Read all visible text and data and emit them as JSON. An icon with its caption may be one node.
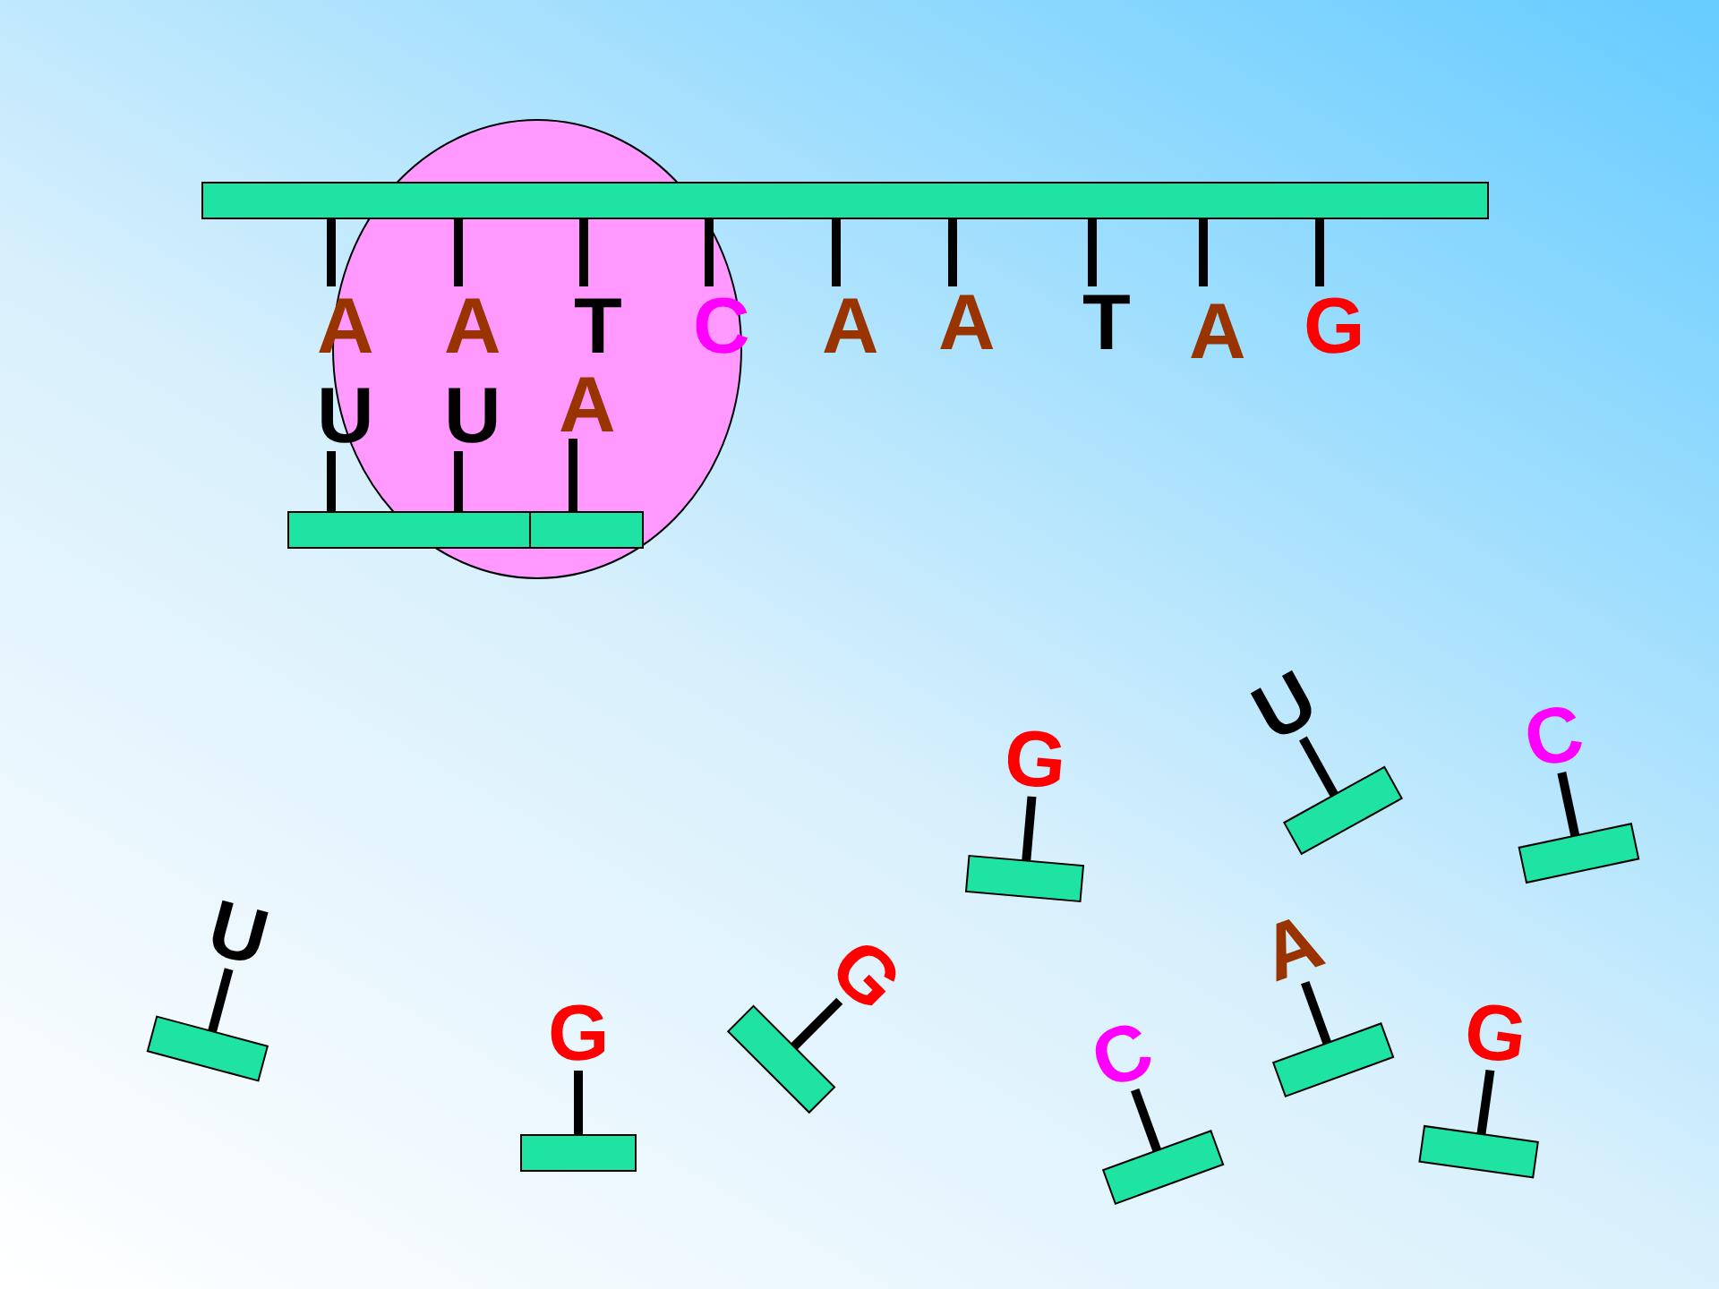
{
  "diagram": {
    "labels": [
      "A",
      "A",
      "T",
      "C",
      "A",
      "A",
      "T",
      "A",
      "G",
      "U",
      "U",
      "A",
      "G",
      "U",
      "C",
      "U",
      "G",
      "A",
      "G",
      "C",
      "G"
    ]
  }
}
